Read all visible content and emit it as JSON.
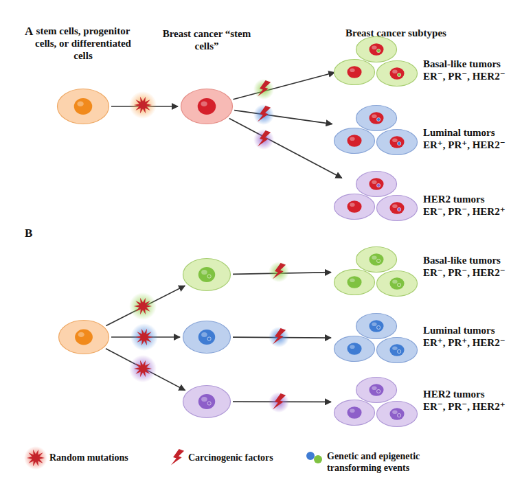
{
  "diagram": {
    "nodes": [
      {
        "text": [
          "stem cells, progenitor cells, or differentiated cells"
        ]
      },
      {
        "text": [
          "Breast cancer “stem cells”"
        ]
      },
      {
        "text": [
          "Basal-like tumors",
          "ER⁻, PR⁻, HER2⁻"
        ]
      },
      {
        "text": [
          "Luminal tumors",
          "ER⁺, PR⁺, HER2⁻"
        ]
      },
      {
        "text": [
          "HER2 tumors",
          "ER⁻, PR⁻, HER2⁺"
        ]
      },
      {
        "text": []
      },
      {
        "text": []
      },
      {
        "text": []
      },
      {
        "text": []
      },
      {
        "text": [
          "Basal-like tumors",
          "ER⁻, PR⁻, HER2⁻"
        ]
      },
      {
        "text": [
          "Luminal tumors",
          "ER⁺, PR⁺, HER2⁻"
        ]
      },
      {
        "text": [
          "HER2 tumors",
          "ER⁻, PR⁻, HER2⁺"
        ]
      }
    ],
    "edges": [
      {
        "from": 0,
        "to": 1,
        "arrow": "to"
      },
      {
        "from": 1,
        "to": 2,
        "arrow": "to"
      },
      {
        "from": 1,
        "to": 3,
        "arrow": "to"
      },
      {
        "from": 1,
        "to": 4,
        "arrow": "to"
      },
      {
        "from": 5,
        "to": 6,
        "arrow": "to"
      },
      {
        "from": 5,
        "to": 7,
        "arrow": "to"
      },
      {
        "from": 5,
        "to": 8,
        "arrow": "to"
      },
      {
        "from": 6,
        "to": 9,
        "arrow": "to"
      },
      {
        "from": 7,
        "to": 10,
        "arrow": "to"
      },
      {
        "from": 8,
        "to": 11,
        "arrow": "to"
      }
    ],
    "labels": [
      "A",
      "B",
      "Breast cancer subtypes"
    ],
    "legend": [
      {
        "text": "Random mutations"
      },
      {
        "text": "Carcinogenic factors"
      },
      {
        "text": "Genetic and epigenetic transforming events"
      }
    ]
  }
}
